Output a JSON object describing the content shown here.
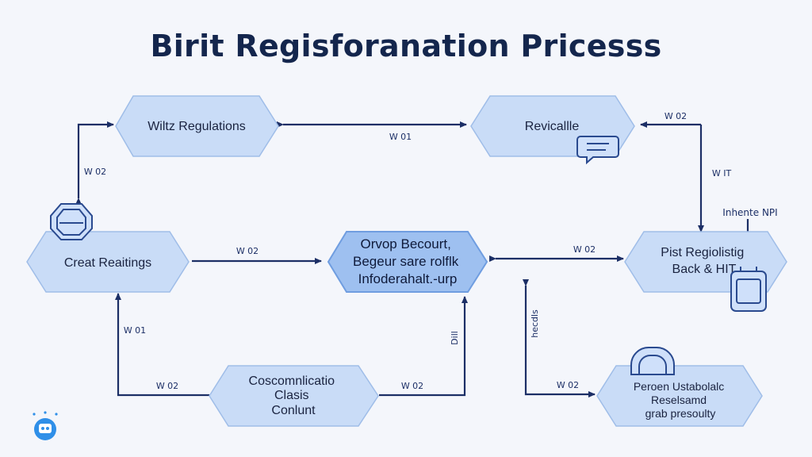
{
  "title": "Birit Regisforanation Pricesss",
  "colors": {
    "accent": "#1c2f66",
    "node_fill": "#c9dcf7",
    "center_fill": "#9ec0f0",
    "background": "#f4f6fb"
  },
  "nodes": {
    "wiltz": {
      "lines": [
        "Wiltz Regulations"
      ]
    },
    "revicallle": {
      "lines": [
        "Revicallle"
      ]
    },
    "creat": {
      "lines": [
        "Creat Reaitings"
      ]
    },
    "center": {
      "lines": [
        "Orvop Becourt,",
        "Begeur sare rolflk",
        "Infoderahalt.-urp"
      ]
    },
    "pist": {
      "lines": [
        "Pist Regiolistig",
        "Back & HIT"
      ]
    },
    "coscom": {
      "lines": [
        "Coscomnlicatio",
        "Clasis",
        "Conlunt"
      ]
    },
    "peroen": {
      "lines": [
        "Peroen Ustabolalc",
        "Reselsamd",
        "grab presoulty"
      ]
    }
  },
  "edge_labels": {
    "top": "W 01",
    "top_right": "W 02",
    "left_upper": "W 02",
    "right_upper": "W IT",
    "inherit": "Inhente NPI",
    "mid_left": "W 02",
    "mid_right": "W 02",
    "left_lower": "W 01",
    "bottom_left": "W 02",
    "center_down": "Dill",
    "right_lower": "hecdls",
    "bottom_mid": "W 02",
    "bottom_right": "W 02"
  },
  "icons": {
    "chat": "chat-bubble-icon",
    "badge": "shield-badge-icon",
    "device": "device-icon",
    "cloud": "cloud-icon",
    "logo": "robot-logo-icon"
  }
}
